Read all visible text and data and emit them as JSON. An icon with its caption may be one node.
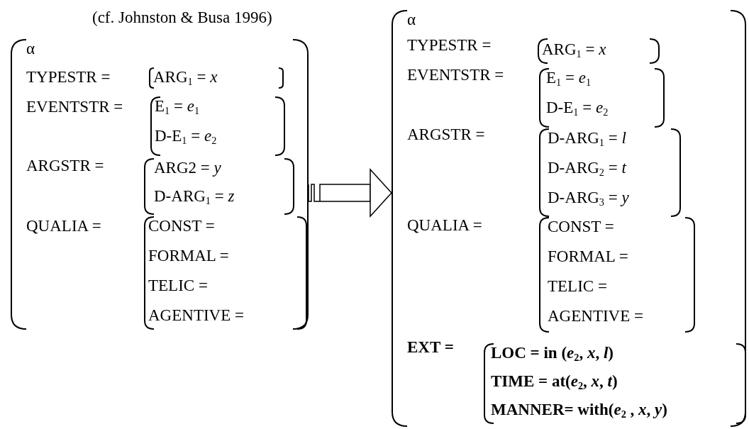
{
  "diagram": {
    "nodes": [
      {
        "text": [
          "α",
          "TYPESTR =",
          "EVENTSTR =",
          "ARGSTR =",
          "QUALIA ="
        ]
      },
      {
        "text": [
          "ARG$_{1}$ = *x*"
        ],
        "in": 0
      },
      {
        "text": [
          "E$_{1}$ = *e*$_{1}$",
          "D-E$_{1}$ = *e*$_{2}$"
        ],
        "in": 0
      },
      {
        "text": [
          "ARG2 = *y*",
          "D-ARG$_{1}$ = *z*"
        ],
        "in": 0
      },
      {
        "text": [
          "CONST =",
          "FORMAL =",
          "TELIC =",
          "AGENTIVE ="
        ],
        "in": 0
      },
      {
        "text": [
          "α",
          "TYPESTR =",
          "EVENTSTR =",
          "ARGSTR =",
          "QUALIA =",
          "EXT ="
        ]
      },
      {
        "text": [
          "ARG$_{1}$ = *x*"
        ],
        "in": 5
      },
      {
        "text": [
          "E$_{1}$ = *e*$_{1}$",
          "D-E$_{1}$ = *e*$_{2}$"
        ],
        "in": 5
      },
      {
        "text": [
          "D-ARG$_{1}$ = *l*",
          "D-ARG$_{2}$ = *t*",
          "D-ARG$_{3}$ = *y*"
        ],
        "in": 5
      },
      {
        "text": [
          "CONST =",
          "FORMAL =",
          "TELIC =",
          "AGENTIVE ="
        ],
        "in": 5
      },
      {
        "text": [
          "LOC = in (*e*$_{2}$, *x*, *l*)",
          "TIME = at(*e*$_{2}$, *x*, *t*)",
          "MANNER= with(*e*$_{2}$ , *x*, *y*)"
        ],
        "in": 5
      }
    ],
    "edges": [
      {
        "from": 0,
        "to": 5,
        "arrow": "to"
      }
    ],
    "labels": [
      "(cf. Johnston & Busa 1996)"
    ]
  }
}
